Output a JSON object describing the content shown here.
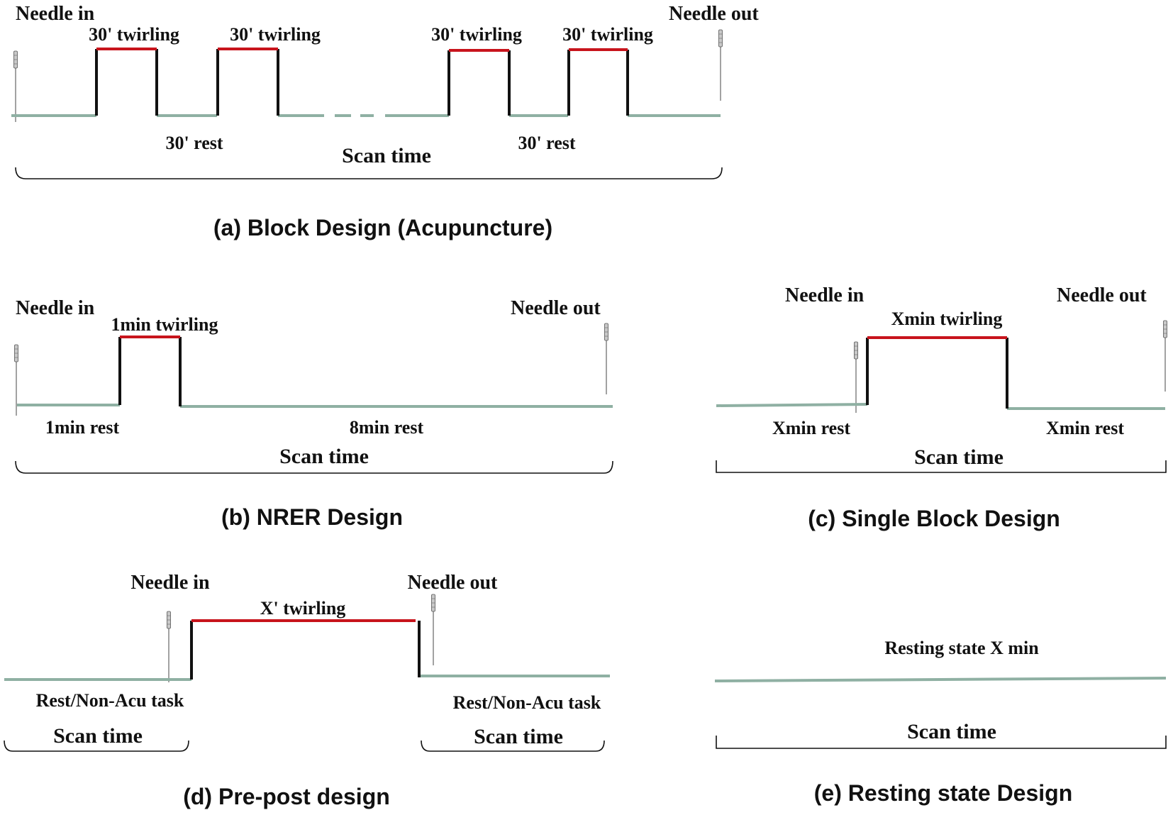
{
  "colors": {
    "rest": "#8fb0a3",
    "twirling": "#c8141c",
    "edge": "#111111"
  },
  "panel_a": {
    "caption": "(a)  Block Design (Acupuncture)",
    "needle_in": "Needle in",
    "needle_out": "Needle out",
    "twirl_labels": [
      "30' twirling",
      "30' twirling",
      "30' twirling",
      "30' twirling"
    ],
    "rest_labels": [
      "30' rest",
      "30' rest"
    ],
    "scan_time": "Scan time"
  },
  "panel_b": {
    "caption": "(b)  NRER Design",
    "needle_in": "Needle in",
    "needle_out": "Needle out",
    "twirl_label": "1min twirling",
    "rest_before": "1min rest",
    "rest_after": "8min rest",
    "scan_time": "Scan time"
  },
  "panel_c": {
    "caption": "(c)  Single Block Design",
    "needle_in": "Needle in",
    "needle_out": "Needle out",
    "twirl_label": "Xmin twirling",
    "rest_before": "Xmin rest",
    "rest_after": "Xmin rest",
    "scan_time": "Scan time"
  },
  "panel_d": {
    "caption": "(d)  Pre-post design",
    "needle_in": "Needle in",
    "needle_out": "Needle out",
    "twirl_label": "X' twirling",
    "rest_before": "Rest/Non-Acu task",
    "rest_after": "Rest/Non-Acu task",
    "scan_time_before": "Scan time",
    "scan_time_after": "Scan time"
  },
  "panel_e": {
    "caption": "(e)  Resting state  Design",
    "state_label": "Resting state X min",
    "scan_time": "Scan time"
  }
}
